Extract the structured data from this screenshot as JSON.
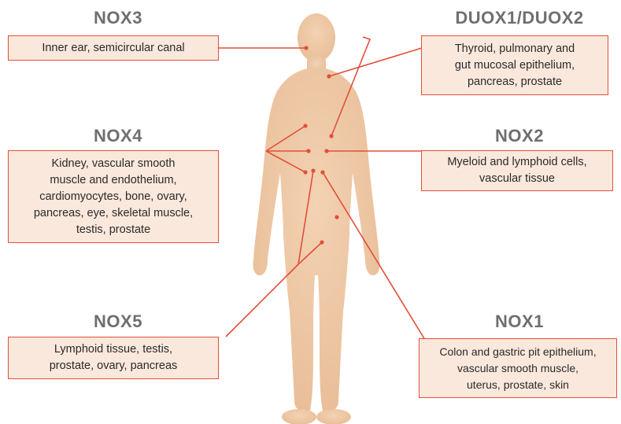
{
  "groups": [
    {
      "heading": "NOX3",
      "description": "Inner ear, semicircular canal"
    },
    {
      "heading": "DUOX1/DUOX2",
      "description": "Thyroid, pulmonary and\ngut mucosal epithelium,\npancreas, prostate"
    },
    {
      "heading": "NOX4",
      "description": "Kidney, vascular smooth\nmuscle and endothelium,\ncardiomyocytes, bone, ovary,\npancreas, eye, skeletal muscle,\ntestis, prostate"
    },
    {
      "heading": "NOX2",
      "description": "Myeloid and lymphoid cells,\nvascular tissue"
    },
    {
      "heading": "NOX5",
      "description": "Lymphoid tissue, testis,\nprostate, ovary, pancreas"
    },
    {
      "heading": "NOX1",
      "description": "Colon and gastric pit epithelium,\nvascular smooth muscle,\nuterus, prostate, skin"
    }
  ],
  "colors": {
    "connector": "#e0503a",
    "box_fill": "#fbe8dc",
    "heading_text": "#6f6f6f",
    "body_skin": "#f0c9a6"
  }
}
